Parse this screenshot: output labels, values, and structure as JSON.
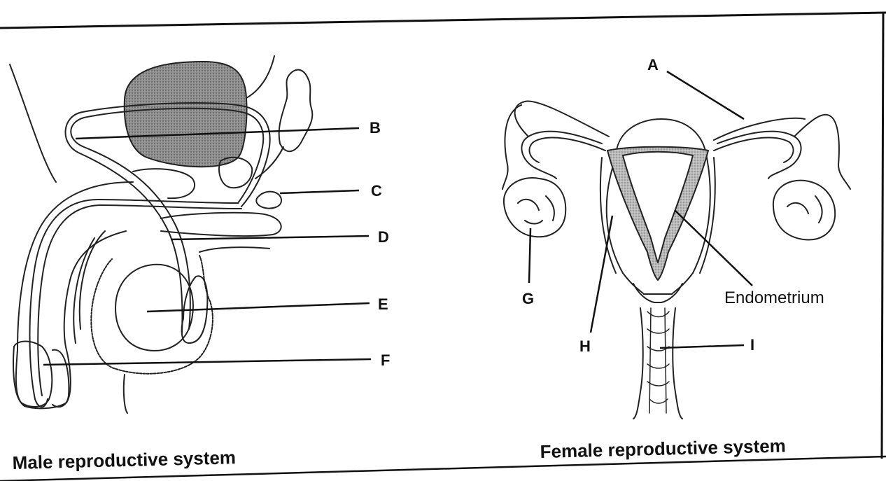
{
  "labels": {
    "a": "A",
    "b": "B",
    "c": "C",
    "d": "D",
    "e": "E",
    "f": "F",
    "g": "G",
    "h": "H",
    "i": "I",
    "endometrium": "Endometrium"
  },
  "captions": {
    "male": "Male reproductive system",
    "female": "Female reproductive system"
  }
}
